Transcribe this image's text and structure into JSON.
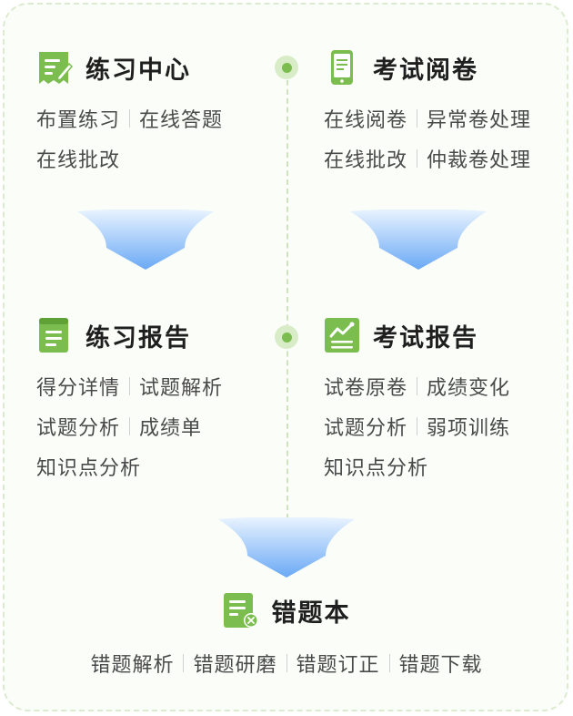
{
  "sections": {
    "practice_center": {
      "title": "练习中心",
      "icon": "receipt-pen-icon",
      "rows": [
        [
          "布置练习",
          "在线答题"
        ],
        [
          "在线批改"
        ]
      ]
    },
    "exam_marking": {
      "title": "考试阅卷",
      "icon": "mobile-phone-icon",
      "rows": [
        [
          "在线阅卷",
          "异常卷处理"
        ],
        [
          "在线批改",
          "仲裁卷处理"
        ]
      ]
    },
    "practice_report": {
      "title": "练习报告",
      "icon": "document-icon",
      "rows": [
        [
          "得分详情",
          "试题解析"
        ],
        [
          "试题分析",
          "成绩单"
        ],
        [
          "知识点分析"
        ]
      ]
    },
    "exam_report": {
      "title": "考试报告",
      "icon": "line-chart-icon",
      "rows": [
        [
          "试卷原卷",
          "成绩变化"
        ],
        [
          "试题分析",
          "弱项训练"
        ],
        [
          "知识点分析"
        ]
      ]
    },
    "mistake_book": {
      "title": "错题本",
      "icon": "document-close-icon",
      "rows": [
        [
          "错题解析",
          "错题研磨",
          "错题订正",
          "错题下载"
        ]
      ]
    }
  },
  "colors": {
    "accent_green": "#7cbd4f",
    "arrow_blue_top": "#eaf4ff",
    "arrow_blue_bottom": "#6aa9f5",
    "border_green": "#dcebd0"
  }
}
